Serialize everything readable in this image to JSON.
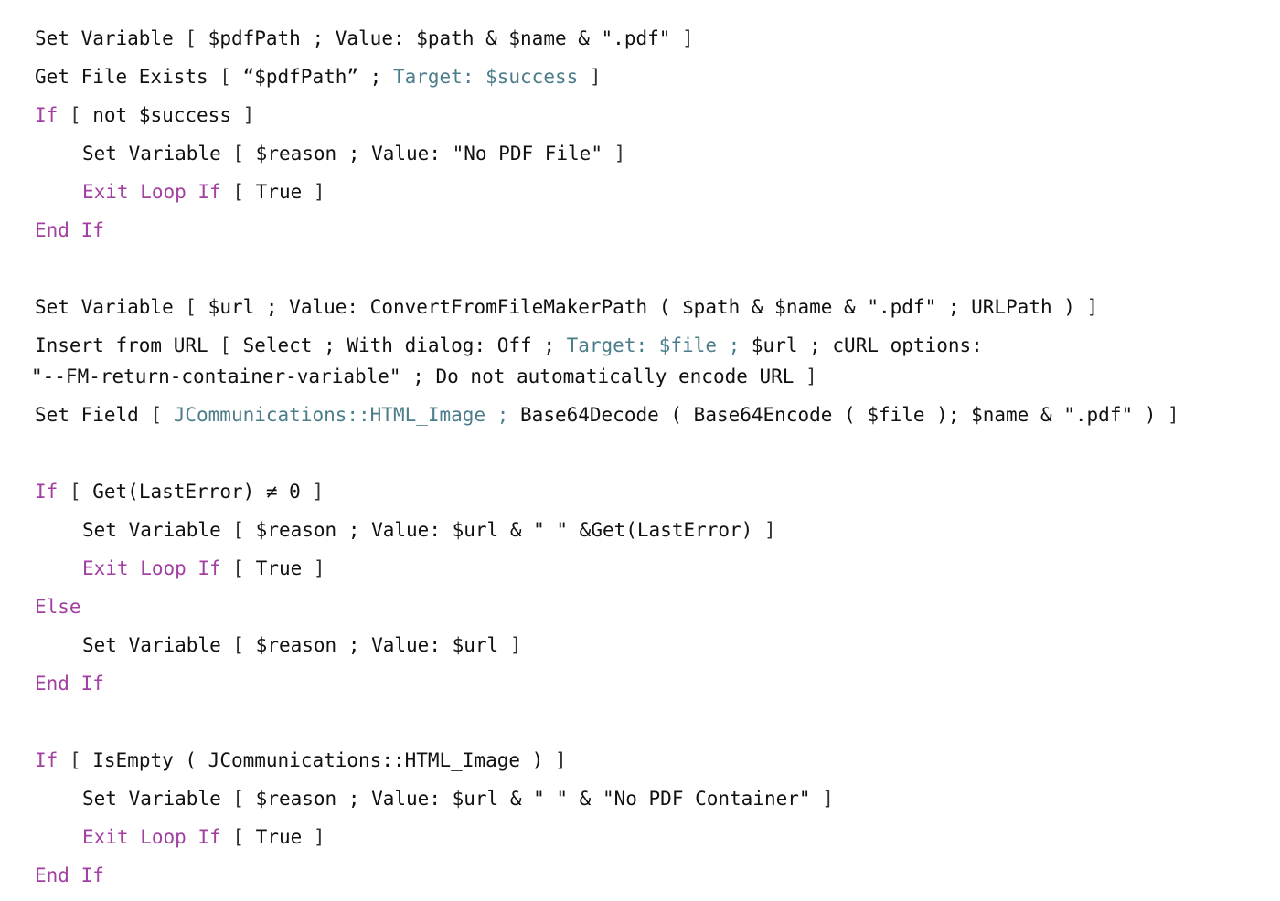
{
  "lines": [
    {
      "indent": 0,
      "tokens": [
        {
          "t": "Set Variable "
        },
        {
          "t": "[ ",
          "c": "br"
        },
        {
          "t": "$pdfPath ; Value: $path & $name & \".pdf\" "
        },
        {
          "t": "]",
          "c": "br"
        }
      ]
    },
    {
      "indent": 0,
      "tokens": [
        {
          "t": "Get File Exists "
        },
        {
          "t": "[ ",
          "c": "br"
        },
        {
          "t": "“$pdfPath” ; "
        },
        {
          "t": "Target: $success",
          "c": "tgt"
        },
        {
          "t": " "
        },
        {
          "t": "]",
          "c": "br"
        }
      ]
    },
    {
      "indent": 0,
      "tokens": [
        {
          "t": "If",
          "c": "kw"
        },
        {
          "t": " "
        },
        {
          "t": "[ ",
          "c": "br"
        },
        {
          "t": "not $success "
        },
        {
          "t": "]",
          "c": "br"
        }
      ]
    },
    {
      "indent": 1,
      "tokens": [
        {
          "t": "Set Variable "
        },
        {
          "t": "[ ",
          "c": "br"
        },
        {
          "t": "$reason ; Value: \"No PDF File\" "
        },
        {
          "t": "]",
          "c": "br"
        }
      ]
    },
    {
      "indent": 1,
      "tokens": [
        {
          "t": "Exit Loop If",
          "c": "kw"
        },
        {
          "t": " "
        },
        {
          "t": "[ ",
          "c": "br"
        },
        {
          "t": "True "
        },
        {
          "t": "]",
          "c": "br"
        }
      ]
    },
    {
      "indent": 0,
      "tokens": [
        {
          "t": "End If",
          "c": "kw"
        }
      ]
    },
    {
      "blank": true
    },
    {
      "indent": 0,
      "tokens": [
        {
          "t": "Set Variable "
        },
        {
          "t": "[ ",
          "c": "br"
        },
        {
          "t": "$url ; Value: ConvertFromFileMakerPath ( $path & $name & \".pdf\" ; URLPath ) "
        },
        {
          "t": "]",
          "c": "br"
        }
      ]
    },
    {
      "indent": 0,
      "wrapFirst": true,
      "tokens": [
        {
          "t": "Insert from URL "
        },
        {
          "t": "[ ",
          "c": "br"
        },
        {
          "t": "Select ; With dialog: Off ; "
        },
        {
          "t": "Target: $file ;",
          "c": "tgt"
        },
        {
          "t": " $url ; cURL options:"
        }
      ]
    },
    {
      "indent": 0,
      "cont": true,
      "tokens": [
        {
          "t": "\"--FM-return-container-variable\" ; Do not automatically encode URL "
        },
        {
          "t": "]",
          "c": "br"
        }
      ]
    },
    {
      "indent": 0,
      "tokens": [
        {
          "t": "Set Field "
        },
        {
          "t": "[ ",
          "c": "br"
        },
        {
          "t": "JCommunications::HTML_Image ;",
          "c": "tgt"
        },
        {
          "t": " Base64Decode ( Base64Encode ( $file ); $name & \".pdf\" ) "
        },
        {
          "t": "]",
          "c": "br"
        }
      ]
    },
    {
      "blank": true
    },
    {
      "indent": 0,
      "tokens": [
        {
          "t": "If",
          "c": "kw"
        },
        {
          "t": " "
        },
        {
          "t": "[ ",
          "c": "br"
        },
        {
          "t": "Get(LastError) ≠ 0 "
        },
        {
          "t": "]",
          "c": "br"
        }
      ]
    },
    {
      "indent": 1,
      "tokens": [
        {
          "t": "Set Variable "
        },
        {
          "t": "[ ",
          "c": "br"
        },
        {
          "t": "$reason ; Value: $url & \" \" &Get(LastError) "
        },
        {
          "t": "]",
          "c": "br"
        }
      ]
    },
    {
      "indent": 1,
      "tokens": [
        {
          "t": "Exit Loop If",
          "c": "kw"
        },
        {
          "t": " "
        },
        {
          "t": "[ ",
          "c": "br"
        },
        {
          "t": "True "
        },
        {
          "t": "]",
          "c": "br"
        }
      ]
    },
    {
      "indent": 0,
      "tokens": [
        {
          "t": "Else",
          "c": "kw"
        }
      ]
    },
    {
      "indent": 1,
      "tokens": [
        {
          "t": "Set Variable "
        },
        {
          "t": "[ ",
          "c": "br"
        },
        {
          "t": "$reason ; Value: $url "
        },
        {
          "t": "]",
          "c": "br"
        }
      ]
    },
    {
      "indent": 0,
      "tokens": [
        {
          "t": "End If",
          "c": "kw"
        }
      ]
    },
    {
      "blank": true
    },
    {
      "indent": 0,
      "tokens": [
        {
          "t": "If",
          "c": "kw"
        },
        {
          "t": " "
        },
        {
          "t": "[ ",
          "c": "br"
        },
        {
          "t": "IsEmpty ( JCommunications::HTML_Image ) "
        },
        {
          "t": "]",
          "c": "br"
        }
      ]
    },
    {
      "indent": 1,
      "tokens": [
        {
          "t": "Set Variable "
        },
        {
          "t": "[ ",
          "c": "br"
        },
        {
          "t": "$reason ; Value: $url & \" \" & \"No PDF Container\" "
        },
        {
          "t": "]",
          "c": "br"
        }
      ]
    },
    {
      "indent": 1,
      "tokens": [
        {
          "t": "Exit Loop If",
          "c": "kw"
        },
        {
          "t": " "
        },
        {
          "t": "[ ",
          "c": "br"
        },
        {
          "t": "True "
        },
        {
          "t": "]",
          "c": "br"
        }
      ]
    },
    {
      "indent": 0,
      "tokens": [
        {
          "t": "End If",
          "c": "kw"
        }
      ]
    }
  ]
}
